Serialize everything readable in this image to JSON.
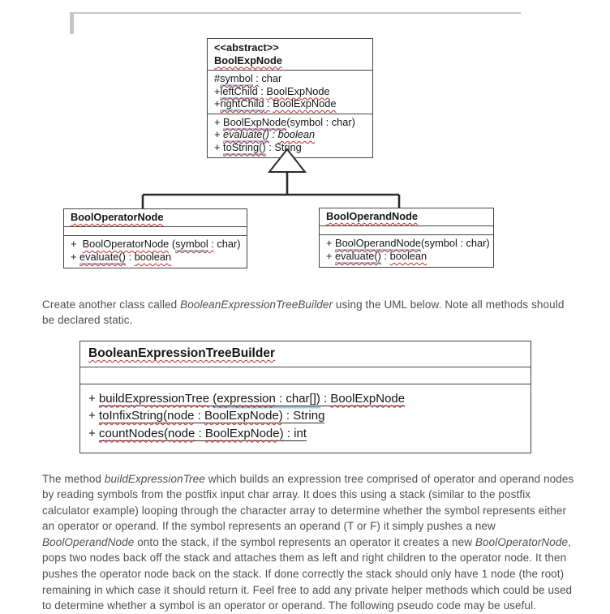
{
  "decor": {
    "frame_color": "#c7c7c7",
    "uml_border_color": "#454545",
    "uml_text_color": "#151515",
    "body_text_color": "#4f4f4f",
    "squiggle_red": "#c42b2b",
    "grammar_blue": "#a9c7e7"
  },
  "uml_parent": {
    "stereotype_line": {
      "segments": [
        {
          "t": "<<abstract>>",
          "s": [
            "b"
          ]
        }
      ]
    },
    "name_line": {
      "segments": [
        {
          "t": "BoolExpNode",
          "s": [
            "b",
            "sqr"
          ]
        }
      ]
    },
    "fields": [
      {
        "segments": [
          {
            "t": "#"
          },
          {
            "t": "symbol",
            "s": [
              "sqr",
              "sqb"
            ]
          },
          {
            "t": " :",
            "s": [
              "sqr"
            ]
          },
          {
            "t": " char"
          }
        ]
      },
      {
        "segments": [
          {
            "t": "+"
          },
          {
            "t": "leftChild",
            "s": [
              "sqr",
              "sqb"
            ]
          },
          {
            "t": " :",
            "s": [
              "sqr"
            ]
          },
          {
            "t": " "
          },
          {
            "t": "BoolExpNode",
            "s": [
              "sqr"
            ]
          }
        ]
      },
      {
        "segments": [
          {
            "t": "+"
          },
          {
            "t": "rightChild",
            "s": [
              "sqr",
              "sqb"
            ]
          },
          {
            "t": " :",
            "s": [
              "sqr"
            ]
          },
          {
            "t": " "
          },
          {
            "t": "BoolExpNode",
            "s": [
              "sqr"
            ]
          }
        ]
      }
    ],
    "methods": [
      {
        "segments": [
          {
            "t": "+ "
          },
          {
            "t": "BoolExpNode",
            "s": [
              "sqr",
              "sqb"
            ]
          },
          {
            "t": "(symbol : char)"
          }
        ]
      },
      {
        "segments": [
          {
            "t": "+ "
          },
          {
            "t": "evaluate()",
            "s": [
              "i",
              "sqr",
              "sqb"
            ]
          },
          {
            "t": " : ",
            "s": [
              "i"
            ]
          },
          {
            "t": "boolean",
            "s": [
              "i",
              "sqr"
            ]
          }
        ]
      },
      {
        "segments": [
          {
            "t": "+ "
          },
          {
            "t": "toString()",
            "s": [
              "sqr",
              "sqb"
            ]
          },
          {
            "t": " : String"
          }
        ]
      }
    ]
  },
  "uml_operator": {
    "name_line": {
      "segments": [
        {
          "t": "BoolOperatorNode",
          "s": [
            "b",
            "sqr"
          ]
        }
      ]
    },
    "methods": [
      {
        "segments": [
          {
            "t": "+  "
          },
          {
            "t": "BoolOperatorNode",
            "s": [
              "sqr"
            ]
          },
          {
            "t": " ("
          },
          {
            "t": "symbol",
            "s": [
              "sqr",
              "sqb"
            ]
          },
          {
            "t": " :",
            "s": [
              "sqr"
            ]
          },
          {
            "t": " char)"
          }
        ]
      },
      {
        "segments": [
          {
            "t": "+ "
          },
          {
            "t": "evaluate()",
            "s": [
              "sqr",
              "sqb"
            ]
          },
          {
            "t": " : "
          },
          {
            "t": "boolean",
            "s": [
              "sqr"
            ]
          }
        ]
      }
    ]
  },
  "uml_operand": {
    "name_line": {
      "segments": [
        {
          "t": "BoolOperandNode",
          "s": [
            "b",
            "sqr"
          ]
        }
      ]
    },
    "methods": [
      {
        "segments": [
          {
            "t": "+ "
          },
          {
            "t": "BoolOperandNode",
            "s": [
              "sqr",
              "sqb"
            ]
          },
          {
            "t": "(symbol : char)"
          }
        ]
      },
      {
        "segments": [
          {
            "t": "+ "
          },
          {
            "t": "evaluate()",
            "s": [
              "sqr",
              "sqb"
            ]
          },
          {
            "t": " : "
          },
          {
            "t": "boolean",
            "s": [
              "sqr"
            ]
          }
        ]
      }
    ]
  },
  "paragraph1": {
    "segments": [
      {
        "t": "Create another class called "
      },
      {
        "t": "BooleanExpressionTreeBuilder",
        "s": [
          "i"
        ]
      },
      {
        "t": " using the UML below. Note all methods should be declared static."
      }
    ]
  },
  "uml_builder": {
    "name_line": {
      "segments": [
        {
          "t": "BooleanExpressionTreeBuilder",
          "s": [
            "b",
            "sqr"
          ]
        }
      ]
    },
    "methods": [
      {
        "segments": [
          {
            "t": "+ "
          },
          {
            "t": "buildExpressionTree",
            "s": [
              "u",
              "sqr"
            ]
          },
          {
            "t": " ",
            "s": [
              "u"
            ]
          },
          {
            "t": "(expression",
            "s": [
              "u",
              "sqr",
              "sqb"
            ]
          },
          {
            "t": " : char[])",
            "s": [
              "u",
              "sqb"
            ]
          },
          {
            "t": " : ",
            "s": [
              "u"
            ]
          },
          {
            "t": "BoolExpNode",
            "s": [
              "u",
              "sqr"
            ]
          }
        ]
      },
      {
        "segments": [
          {
            "t": "+ "
          },
          {
            "t": "toInfixString(node",
            "s": [
              "u",
              "sqr"
            ]
          },
          {
            "t": " : ",
            "s": [
              "u"
            ]
          },
          {
            "t": "BoolExpNode)",
            "s": [
              "u",
              "sqr"
            ]
          },
          {
            "t": " : String",
            "s": [
              "u"
            ]
          }
        ]
      },
      {
        "segments": [
          {
            "t": "+ "
          },
          {
            "t": "countNodes(node",
            "s": [
              "u",
              "sqr"
            ]
          },
          {
            "t": " : ",
            "s": [
              "u"
            ]
          },
          {
            "t": "BoolExpNode)",
            "s": [
              "u",
              "sqr"
            ]
          },
          {
            "t": " : int",
            "s": [
              "u"
            ]
          }
        ]
      }
    ]
  },
  "paragraph2": {
    "segments": [
      {
        "t": "The method "
      },
      {
        "t": "buildExpressionTree",
        "s": [
          "i"
        ]
      },
      {
        "t": " which builds an expression tree comprised of operator and operand nodes by reading symbols from the postfix input char array. It does this using a stack (similar to the postfix calculator example) looping through the character array to determine whether the symbol represents either an operator or operand. If the symbol represents an operand (T or F) it simply pushes a new "
      },
      {
        "t": "BoolOperandNode",
        "s": [
          "i"
        ]
      },
      {
        "t": " onto the stack, if the symbol represents an operator it creates a new "
      },
      {
        "t": "BoolOperatorNode",
        "s": [
          "i"
        ]
      },
      {
        "t": ", pops two nodes back off the stack and attaches them as left and right children to the operator node. It then pushes the operator node back on the stack. If done correctly the stack should only have 1 node (the root) remaining in which case it should return it. Feel free to add any private helper methods which could be used to determine whether a symbol is an operator or operand. The following pseudo code may be useful."
      }
    ]
  }
}
